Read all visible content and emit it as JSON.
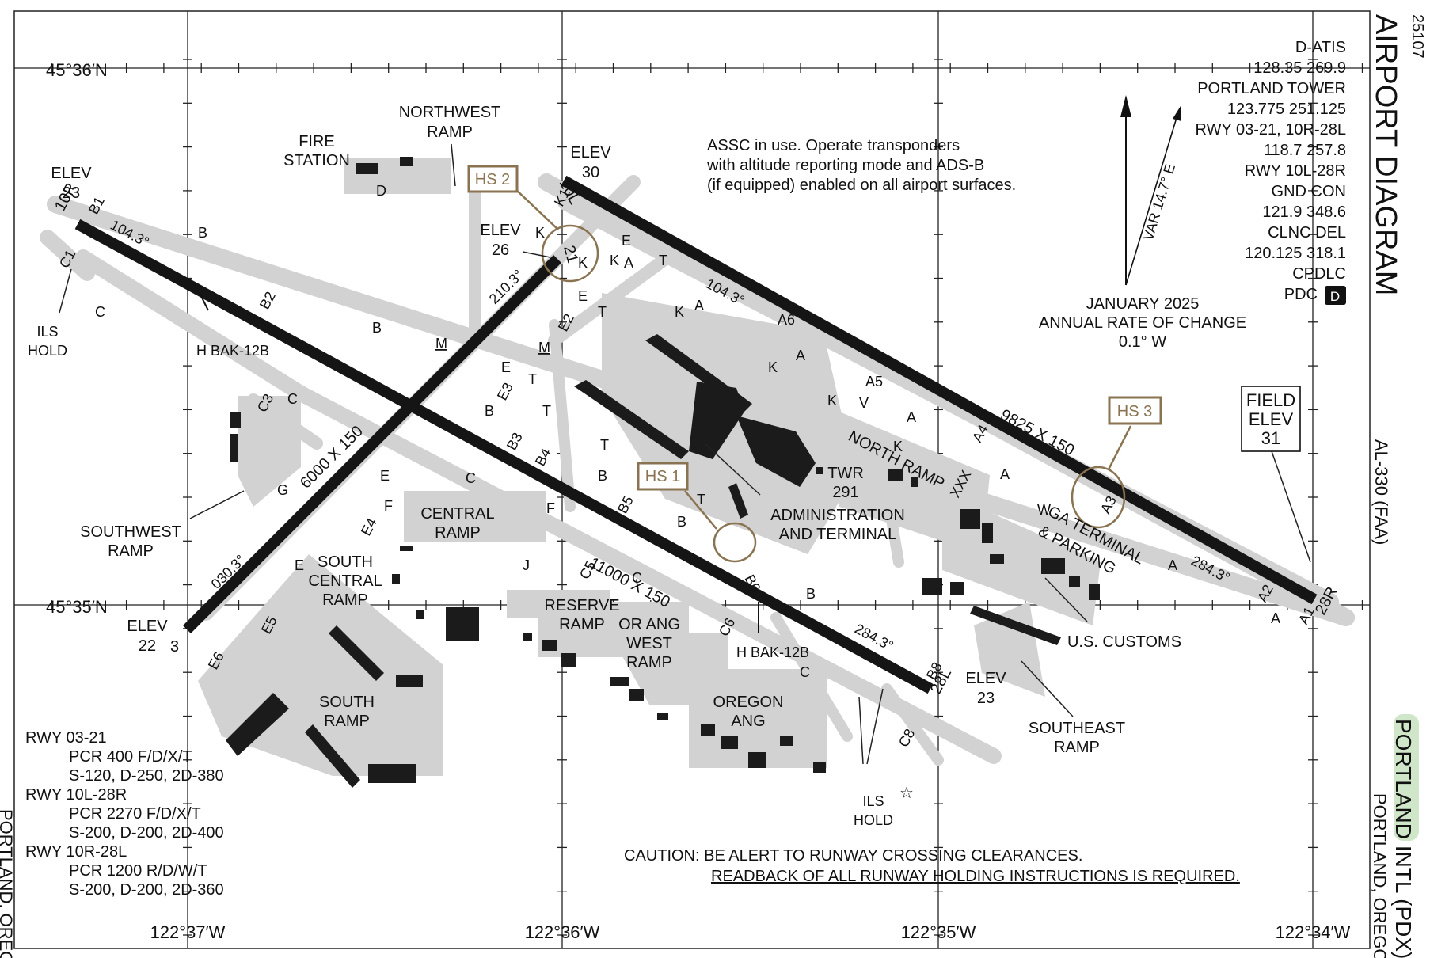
{
  "chart_info": {
    "id": "25107",
    "title": "AIRPORT DIAGRAM",
    "side_ref": "AL-330 (FAA)",
    "airport_name": "PORTLAND INTL (PDX)",
    "city_state": "PORTLAND, OREGON",
    "left_edge_text": "PORTLAND, OREGON"
  },
  "frequencies": [
    "D-ATIS",
    "128.35 269.9",
    "PORTLAND TOWER",
    "123.775 251.125",
    "RWY 03-21, 10R-28L",
    "118.7 257.8",
    "RWY 10L-28R",
    "GND CON",
    "121.9 348.6",
    "CLNC DEL",
    "120.125 318.1",
    "CPDLC",
    "PDC"
  ],
  "pdc_badge": "D",
  "assc_note": [
    "ASSC in use. Operate transponders",
    "with altitude reporting mode and ADS-B",
    "(if equipped) enabled on all airport surfaces."
  ],
  "magnetic": {
    "variation": "VAR 14.7° E",
    "date": "JANUARY 2025",
    "rate_label": "ANNUAL RATE OF CHANGE",
    "rate": "0.1° W"
  },
  "field_elev": [
    "FIELD",
    "ELEV",
    "31"
  ],
  "coordinates": {
    "lat_top": "45°36′N",
    "lat_bottom": "45°35′N",
    "lon": [
      "122°37′W",
      "122°36′W",
      "122°35′W",
      "122°34′W"
    ]
  },
  "runways": {
    "rwy_10R_28L": {
      "end_a": "10R",
      "end_b": "28L",
      "dims": "11000 X 150",
      "hdg_a": "104.3°",
      "hdg_b": "284.3°"
    },
    "rwy_10L_28R": {
      "end_a": "10L",
      "end_b": "28R",
      "dims": "9825 X 150",
      "hdg_a": "104.3°",
      "hdg_b": "284.3°"
    },
    "rwy_03_21": {
      "end_a": "3",
      "end_b": "21",
      "dims": "6000 X 150",
      "hdg_a": "030.3°",
      "hdg_b": "210.3°"
    }
  },
  "elevations": {
    "e10R": [
      "ELEV",
      "23"
    ],
    "e10L": [
      "ELEV",
      "30"
    ],
    "e21": [
      "ELEV",
      "26"
    ],
    "e3": [
      "ELEV",
      "22"
    ],
    "e28L": [
      "ELEV",
      "23"
    ]
  },
  "hot_spots": [
    "HS 1",
    "HS 2",
    "HS 3"
  ],
  "areas": {
    "northwest_ramp": [
      "NORTHWEST",
      "RAMP"
    ],
    "fire_station": [
      "FIRE",
      "STATION"
    ],
    "southwest_ramp": [
      "SOUTHWEST",
      "RAMP"
    ],
    "central_ramp": [
      "CENTRAL",
      "RAMP"
    ],
    "south_central_ramp": [
      "SOUTH",
      "CENTRAL",
      "RAMP"
    ],
    "south_ramp": [
      "SOUTH",
      "RAMP"
    ],
    "reserve_ramp": [
      "RESERVE",
      "RAMP"
    ],
    "or_ang_west_ramp": [
      "OR ANG",
      "WEST",
      "RAMP"
    ],
    "oregon_ang": [
      "OREGON",
      "ANG"
    ],
    "north_ramp": "NORTH RAMP",
    "ga_terminal": [
      "GA TERMINAL",
      "& PARKING"
    ],
    "us_customs": "U.S. CUSTOMS",
    "southeast_ramp": [
      "SOUTHEAST",
      "RAMP"
    ],
    "admin_terminal": [
      "ADMINISTRATION",
      "AND TERMINAL"
    ],
    "twr": [
      "TWR",
      "291"
    ]
  },
  "arresting_gear": [
    "H BAK-12B",
    "H BAK-12B"
  ],
  "ils_hold": [
    "ILS",
    "HOLD"
  ],
  "caution": [
    "CAUTION: BE ALERT TO RUNWAY CROSSING CLEARANCES.",
    "READBACK OF ALL RUNWAY HOLDING INSTRUCTIONS IS REQUIRED."
  ],
  "pavement": [
    "RWY  03-21",
    "PCR 400 F/D/X/T",
    "S-120, D-250, 2D-380",
    "RWY 10L-28R",
    "PCR 2270 F/D/X/T",
    "S-200, D-200, 2D-400",
    "RWY 10R-28L",
    "PCR 1200 R/D/W/T",
    "S-200, D-200, 2D-360"
  ],
  "taxiway_labels": {
    "B1": "B1",
    "C1": "C1",
    "B": "B",
    "C": "C",
    "B2": "B2",
    "C3": "C3",
    "G": "G",
    "E": "E",
    "E4": "E4",
    "E5": "E5",
    "E6": "E6",
    "F": "F",
    "M": "M",
    "D": "D",
    "K": "K",
    "K1": "K1",
    "T": "T",
    "A": "A",
    "A1": "A1",
    "A2": "A2",
    "A3": "A3",
    "A4": "A4",
    "A5": "A5",
    "A6": "A6",
    "E2": "E2",
    "E3": "E3",
    "B3": "B3",
    "B4": "B4",
    "B5": "B5",
    "B6": "B6",
    "B8": "B8",
    "C5": "C5",
    "C6": "C6",
    "C8": "C8",
    "J": "J",
    "W": "W",
    "V": "V",
    "XXX": "XXX"
  }
}
